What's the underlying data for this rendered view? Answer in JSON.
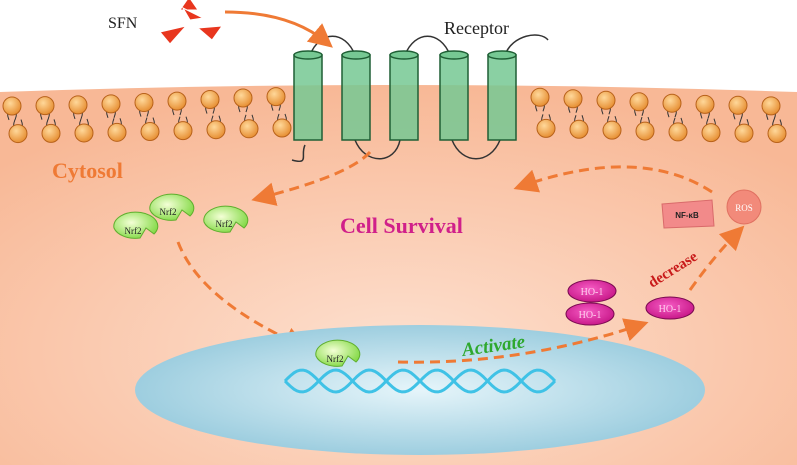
{
  "labels": {
    "sfn": "SFN",
    "receptor": "Receptor",
    "cytosol": "Cytosol",
    "cell_survival": "Cell Survival",
    "activate": "Activate",
    "decrease": "decrease",
    "nfkb": "NF-κB",
    "ros": "ROS"
  },
  "nrf2_cytosol": [
    "Nrf2",
    "Nrf2",
    "Nrf2"
  ],
  "nrf2_nucleus": "Nrf2",
  "ho1": [
    "HO-1",
    "HO-1",
    "HO-1"
  ],
  "colors": {
    "cytosol_fill": "#fbc3a6",
    "arrow": "#ef7a35",
    "cytosol_text": "#ef7a35",
    "cell_survival_text": "#d0208a",
    "activate_text": "#2ea82e",
    "decrease_text": "#c81a1a",
    "receptor_fill": "#76c893",
    "nucleus_fill": "#a9d4e3",
    "dna": "#3fc2e6",
    "ho1_fill": "#e020a0",
    "sfn_triangle": "#e8361e",
    "nrf2_fill": "#b9ef6a"
  }
}
